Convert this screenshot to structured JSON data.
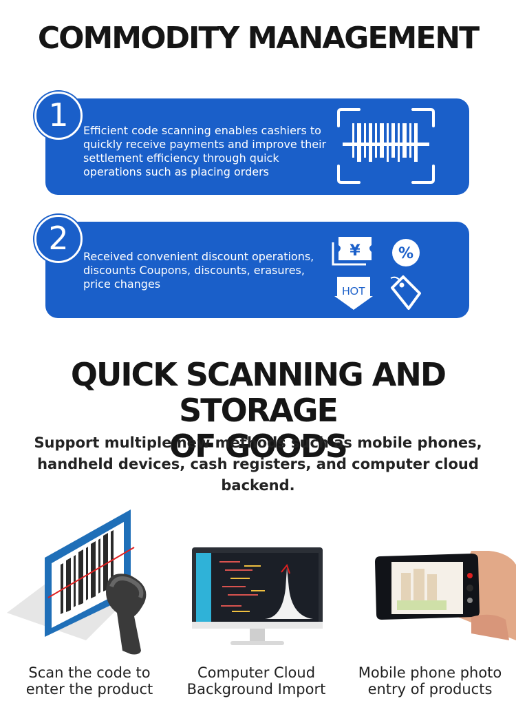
{
  "section1": {
    "title": "COMMODITY MANAGEMENT",
    "cards": [
      {
        "number": "1",
        "text": "Efficient code scanning enables cashiers to quickly receive payments and improve their settlement efficiency through quick operations such as placing orders",
        "icon": "barcode-scan-icon"
      },
      {
        "number": "2",
        "text": "Received convenient discount operations, discounts Coupons, discounts, erasures, price changes",
        "icons": [
          "yen-coupon-icon",
          "percent-icon",
          "hot-arrow-icon",
          "price-tag-icon"
        ],
        "coupon_symbol": "¥",
        "percent_symbol": "%",
        "hot_label": "HOT"
      }
    ],
    "accent_color": "#1a5fc9"
  },
  "section2": {
    "title_line1": "QUICK SCANNING AND STORAGE",
    "title_line2": "OF GOODS",
    "subtitle": "Support multiple new methods such as mobile phones, handheld devices, cash registers, and computer cloud backend.",
    "items": [
      {
        "label_line1": "Scan the code to",
        "label_line2": "enter the product",
        "icon": "barcode-scanner-illustration"
      },
      {
        "label_line1": "Computer Cloud",
        "label_line2": "Background Import",
        "icon": "computer-monitor-illustration"
      },
      {
        "label_line1": "Mobile phone photo",
        "label_line2": "entry of products",
        "icon": "mobile-phone-illustration"
      }
    ]
  }
}
